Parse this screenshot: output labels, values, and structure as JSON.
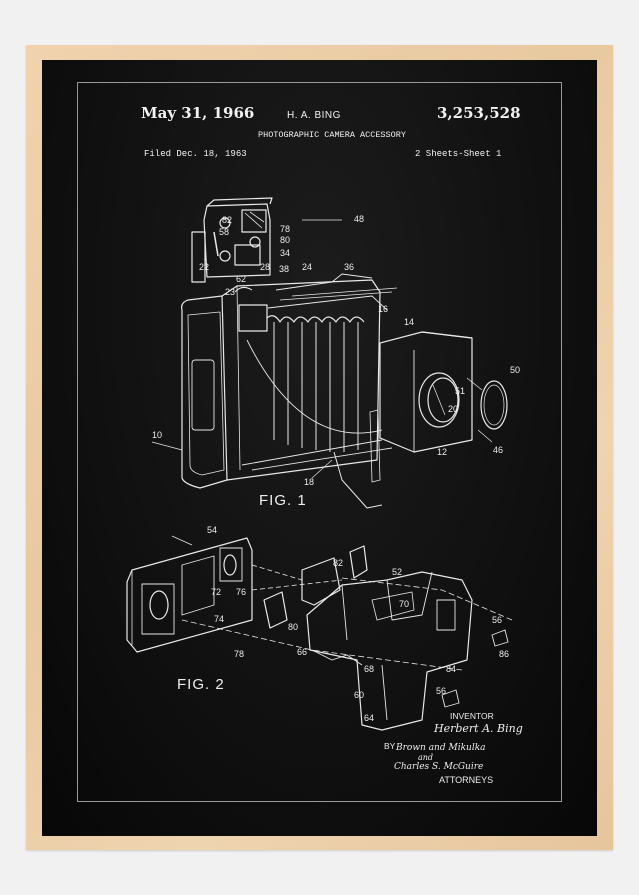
{
  "poster": {
    "frame_color": "#ecd0aa",
    "background_color": "#111111",
    "ink_color": "#f2f2f2",
    "header": {
      "date": "May 31, 1966",
      "inventor_short": "H. A. BING",
      "patent_number": "3,253,528",
      "title": "PHOTOGRAPHIC CAMERA ACCESSORY",
      "filed": "Filed Dec. 18, 1963",
      "sheets": "2 Sheets-Sheet 1"
    },
    "figures": {
      "fig1": {
        "caption": "FIG. 1",
        "labels": [
          "48",
          "82",
          "78",
          "58",
          "80",
          "34",
          "22",
          "62",
          "28",
          "38",
          "24",
          "36",
          "23",
          "16",
          "14",
          "50",
          "51",
          "20",
          "10",
          "12",
          "46",
          "18"
        ]
      },
      "fig2": {
        "caption": "FIG. 2",
        "labels": [
          "54",
          "82",
          "52",
          "72",
          "76",
          "70",
          "74",
          "80",
          "56",
          "78",
          "66",
          "86",
          "68",
          "84",
          "56",
          "60",
          "64"
        ]
      }
    },
    "signature_block": {
      "inventor_label": "INVENTOR",
      "inventor_signature": "Herbert A. Bing",
      "by_label": "BY",
      "attorneys_signature_1": "Brown and Mikulka",
      "attorneys_signature_and": "and",
      "attorneys_signature_2": "Charles S. McGuire",
      "attorneys_label": "ATTORNEYS"
    }
  }
}
